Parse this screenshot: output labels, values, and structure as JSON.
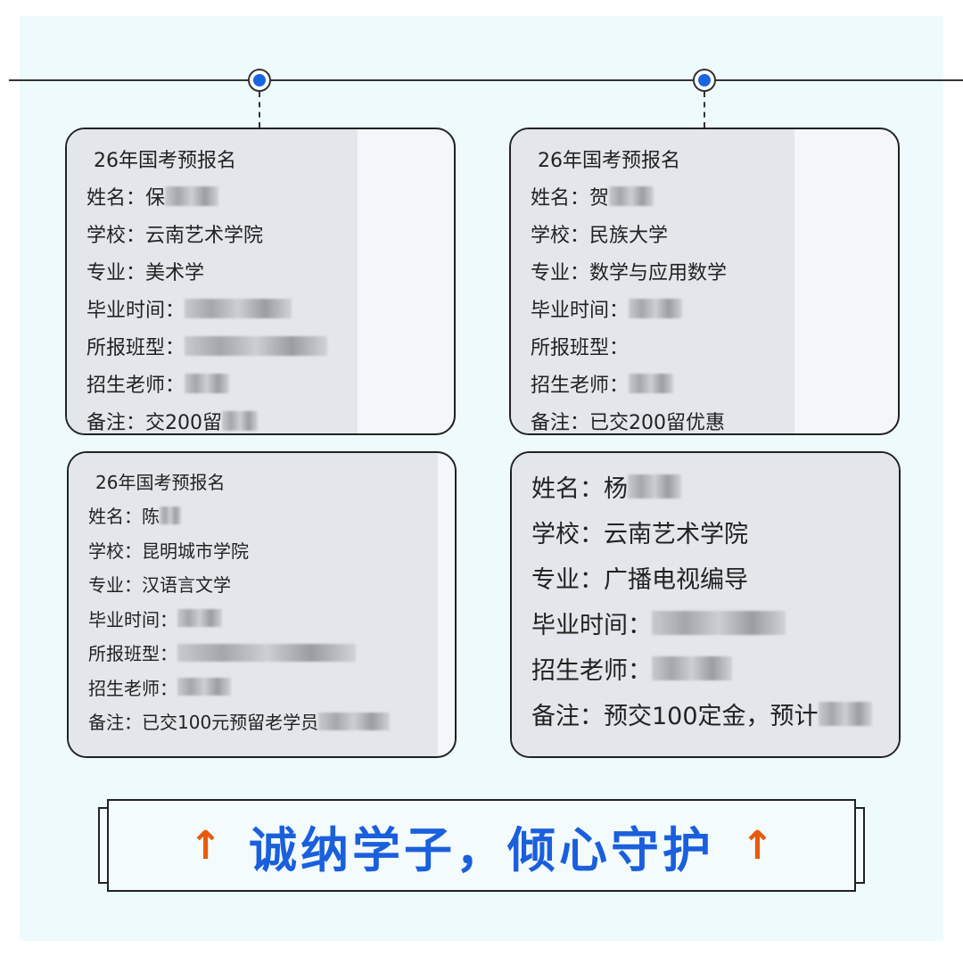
{
  "cards": [
    {
      "title": "26年国考预报名",
      "rows": [
        {
          "label": "姓名：",
          "value": "保"
        },
        {
          "label": "学校：",
          "value": "云南艺术学院"
        },
        {
          "label": "专业：",
          "value": "美术学"
        },
        {
          "label": "毕业时间：",
          "value": ""
        },
        {
          "label": "所报班型：",
          "value": ""
        },
        {
          "label": "招生老师：",
          "value": ""
        },
        {
          "label": "备注：",
          "value": "交200留"
        }
      ]
    },
    {
      "title": "26年国考预报名",
      "rows": [
        {
          "label": "姓名：",
          "value": "贺"
        },
        {
          "label": "学校：",
          "value": "民族大学"
        },
        {
          "label": "专业：",
          "value": "数学与应用数学"
        },
        {
          "label": "毕业时间：",
          "value": ""
        },
        {
          "label": "所报班型：",
          "value": ""
        },
        {
          "label": "招生老师：",
          "value": ""
        },
        {
          "label": "备注：",
          "value": "已交200留优惠"
        }
      ]
    },
    {
      "title": "26年国考预报名",
      "rows": [
        {
          "label": "姓名：",
          "value": "陈"
        },
        {
          "label": "学校：",
          "value": "昆明城市学院"
        },
        {
          "label": "专业：",
          "value": "汉语言文学"
        },
        {
          "label": "毕业时间：",
          "value": ""
        },
        {
          "label": "所报班型：",
          "value": ""
        },
        {
          "label": "招生老师：",
          "value": ""
        },
        {
          "label": "备注：",
          "value": "已交100元预留老学员"
        }
      ]
    },
    {
      "rows": [
        {
          "label": "姓名：",
          "value": "杨"
        },
        {
          "label": "学校：",
          "value": "云南艺术学院"
        },
        {
          "label": "专业：",
          "value": "广播电视编导"
        },
        {
          "label": "毕业时间：",
          "value": ""
        },
        {
          "label": "招生老师：",
          "value": ""
        },
        {
          "label": "备注：",
          "value": "预交100定金，预计"
        }
      ]
    }
  ],
  "banner": {
    "text": "诚纳学子，倾心守护",
    "arrow": "↑"
  },
  "colors": {
    "accent": "#1a5fdc",
    "arrow": "#e85a0c",
    "bg": "#eefafc"
  }
}
